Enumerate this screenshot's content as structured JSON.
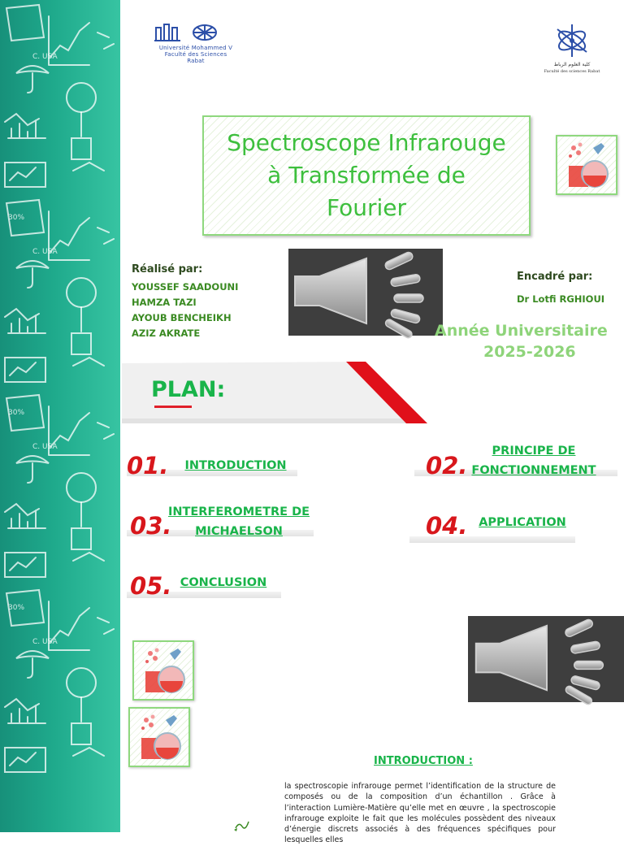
{
  "logos": {
    "left": {
      "line1": "Université Mohammed V",
      "line2": "Faculté des Sciences",
      "line3": "Rabat"
    },
    "right": {
      "line_ar": "كلية العلوم الرباط",
      "line_fr": "Faculté des sciences Rabat"
    }
  },
  "title": {
    "line1": "Spectroscope Infrarouge",
    "line2": "à Transformée de",
    "line3": "Fourier"
  },
  "authors": {
    "label": "Réalisé par:",
    "names": [
      "YOUSSEF SAADOUNI",
      "HAMZA TAZI",
      "AYOUB BENCHEIKH",
      "AZIZ AKRATE"
    ]
  },
  "supervisor": {
    "label": "Encadré par:",
    "name": "Dr  Lotfi RGHIOUI"
  },
  "academic_year": {
    "label": "Année Universitaire",
    "years": "2025-2026"
  },
  "plan": {
    "title": "PLAN:",
    "items": [
      {
        "number": "01.",
        "label": "INTRODUCTION "
      },
      {
        "number": "02.",
        "label": "PRINCIPE DE FONCTIONNEMENT "
      },
      {
        "number": "03.",
        "label": "INTERFEROMETRE DE MICHAELSON"
      },
      {
        "number": "04.",
        "label": "APPLICATION"
      },
      {
        "number": "05.",
        "label": "CONCLUSION"
      }
    ]
  },
  "introduction": {
    "title": "INTRODUCTION :",
    "text": "la spectroscopie infrarouge permet l’identification de la structure de composés ou de la composition d’un échantillon . Grâce à l’interaction Lumière-Matière qu’elle met en œuvre , la spectroscopie infrarouge exploite le fait que les molécules possèdent des niveaux d’énergie discrets associés à des fréquences spécifiques pour lesquelles elles"
  },
  "icons": {
    "speaker": "speaker-icon",
    "flask": "flask-icon"
  },
  "colors": {
    "accent_green": "#19b44a",
    "title_green": "#3dbf3d",
    "number_red": "#d8171c",
    "panel_teal": "#1faa8c"
  }
}
